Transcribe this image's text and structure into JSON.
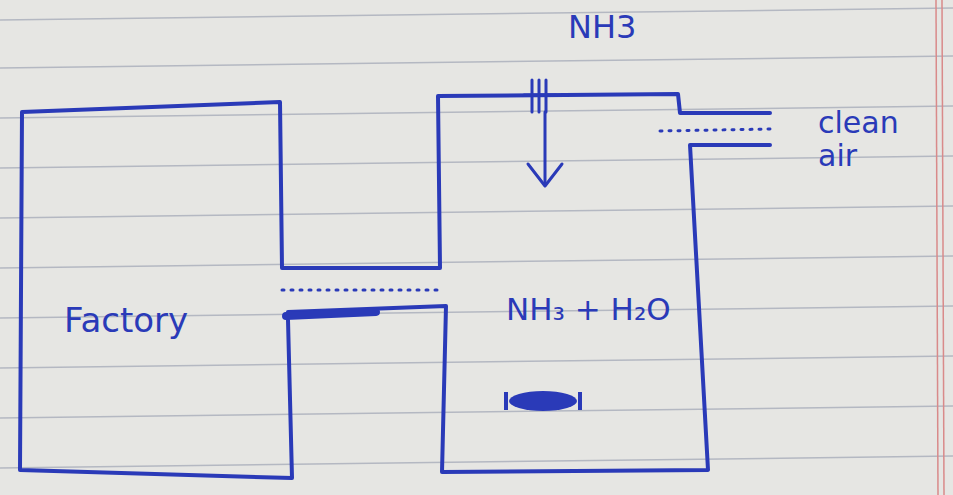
{
  "diagram": {
    "nodes": [
      {
        "text": [
          "Factory"
        ]
      },
      {
        "text": [
          "NH₃ + H₂O"
        ]
      }
    ],
    "edges": [
      {
        "from": 0,
        "to": 1,
        "arrow": "none"
      }
    ],
    "labels": [
      "NH3",
      "clean air"
    ]
  }
}
